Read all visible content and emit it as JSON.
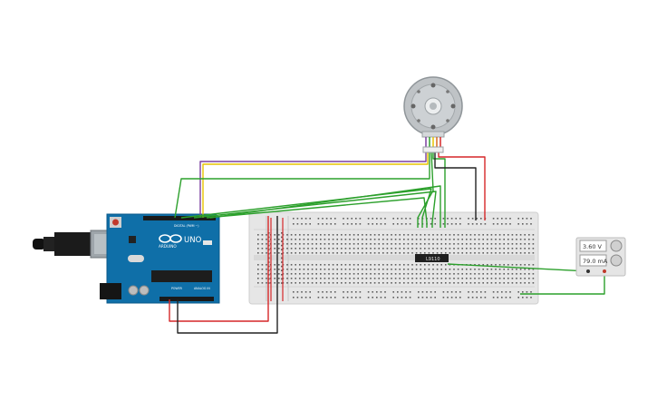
{
  "arduino": {
    "brand": "ARDUINO",
    "model": "UNO",
    "header_digital": "DIGITAL (PWM ~)",
    "header_power": "POWER",
    "header_analog": "ANALOG IN"
  },
  "driver_chip": {
    "label": "L9110"
  },
  "power_supply": {
    "voltage": "3.60 V",
    "current": "79.0 mA"
  },
  "colors": {
    "board_blue": "#0f6fa8",
    "breadboard": "#e6e6e6",
    "wire_green": "#2ca02c",
    "wire_red": "#d62728",
    "wire_black": "#222222",
    "wire_yellow": "#e6c300",
    "wire_purple": "#7b3fa0"
  }
}
